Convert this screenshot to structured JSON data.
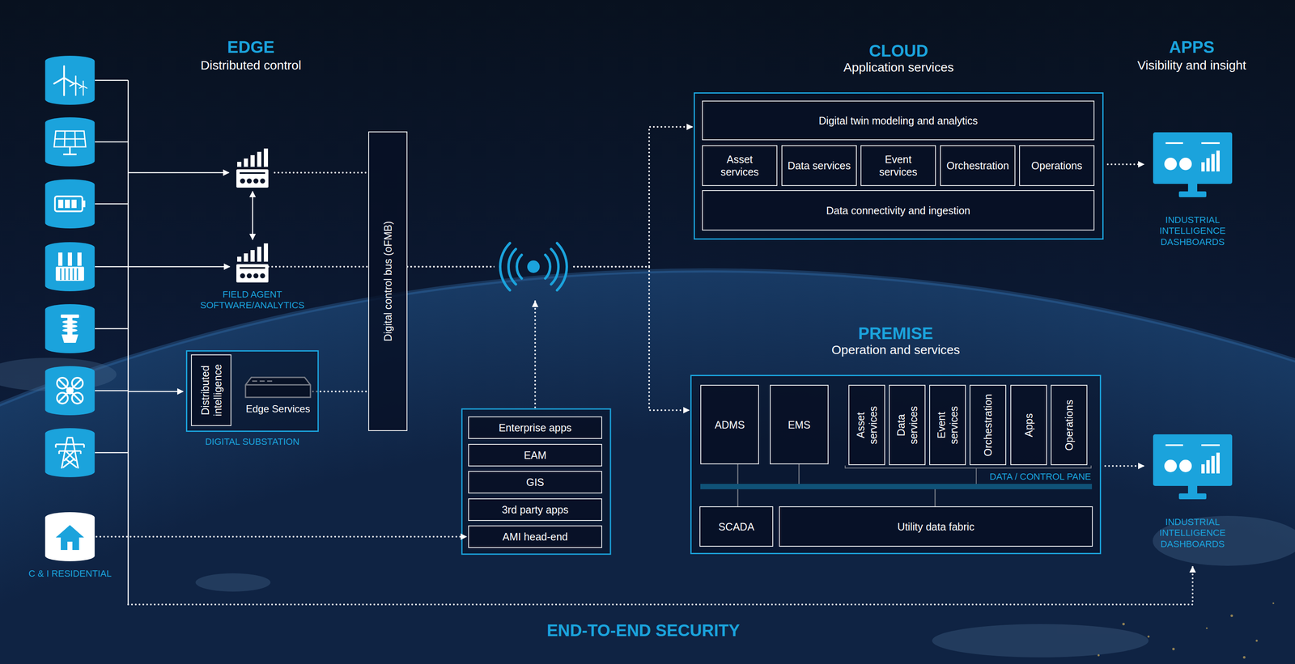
{
  "diagram": {
    "nodes": [
      {
        "text": [
          "FIELD AGENT SOFTWARE/ANALYTICS"
        ]
      },
      {
        "text": [
          "DIGITAL SUBSTATION"
        ]
      },
      {
        "text": [
          "Distributed intelligence"
        ],
        "in": 1
      },
      {
        "text": [
          "Edge Services"
        ],
        "in": 1
      },
      {
        "text": [
          "Digital control bus (oFMB)"
        ]
      },
      {
        "text": [
          "C & I RESIDENTIAL"
        ]
      },
      {
        "text": [
          "Enterprise apps"
        ]
      },
      {
        "text": [
          "EAM"
        ]
      },
      {
        "text": [
          "GIS"
        ]
      },
      {
        "text": [
          "3rd party apps"
        ]
      },
      {
        "text": [
          "AMI head-end"
        ]
      },
      {
        "text": [
          "CLOUD",
          "Application services"
        ]
      },
      {
        "text": [
          "Digital twin modeling and analytics"
        ],
        "in": 11
      },
      {
        "text": [
          "Asset services"
        ],
        "in": 11
      },
      {
        "text": [
          "Data services"
        ],
        "in": 11
      },
      {
        "text": [
          "Event services"
        ],
        "in": 11
      },
      {
        "text": [
          "Orchestration"
        ],
        "in": 11
      },
      {
        "text": [
          "Operations"
        ],
        "in": 11
      },
      {
        "text": [
          "Data connectivity and ingestion"
        ],
        "in": 11
      },
      {
        "text": [
          "PREMISE",
          "Operation and services"
        ]
      },
      {
        "text": [
          "ADMS"
        ],
        "in": 19
      },
      {
        "text": [
          "EMS"
        ],
        "in": 19
      },
      {
        "text": [
          "Asset services"
        ],
        "in": 19
      },
      {
        "text": [
          "Data services"
        ],
        "in": 19
      },
      {
        "text": [
          "Event services"
        ],
        "in": 19
      },
      {
        "text": [
          "Orchestration"
        ],
        "in": 19
      },
      {
        "text": [
          "Apps"
        ],
        "in": 19
      },
      {
        "text": [
          "Operations"
        ],
        "in": 19
      },
      {
        "text": [
          "SCADA"
        ],
        "in": 19
      },
      {
        "text": [
          "Utility data fabric"
        ],
        "in": 19
      },
      {
        "text": [
          "INDUSTRIAL INTELLIGENCE DASHBOARDS"
        ]
      },
      {
        "text": [
          "INDUSTRIAL INTELLIGENCE DASHBOARDS"
        ]
      }
    ],
    "edges": [
      {
        "from": 0,
        "to": 4,
        "arrow": "none"
      },
      {
        "from": 3,
        "to": 4,
        "arrow": "none"
      },
      {
        "from": 4,
        "to": 11,
        "arrow": "to"
      },
      {
        "from": 4,
        "to": 19,
        "arrow": "to"
      },
      {
        "from": 5,
        "to": 10,
        "arrow": "to"
      },
      {
        "from": 11,
        "to": 30,
        "arrow": "to"
      },
      {
        "from": 19,
        "to": 31,
        "arrow": "to"
      }
    ],
    "labels": [
      "EDGE",
      "Distributed control",
      "APPS",
      "Visibility and insight",
      "DATA / CONTROL PANE",
      "END-TO-END SECURITY"
    ]
  }
}
